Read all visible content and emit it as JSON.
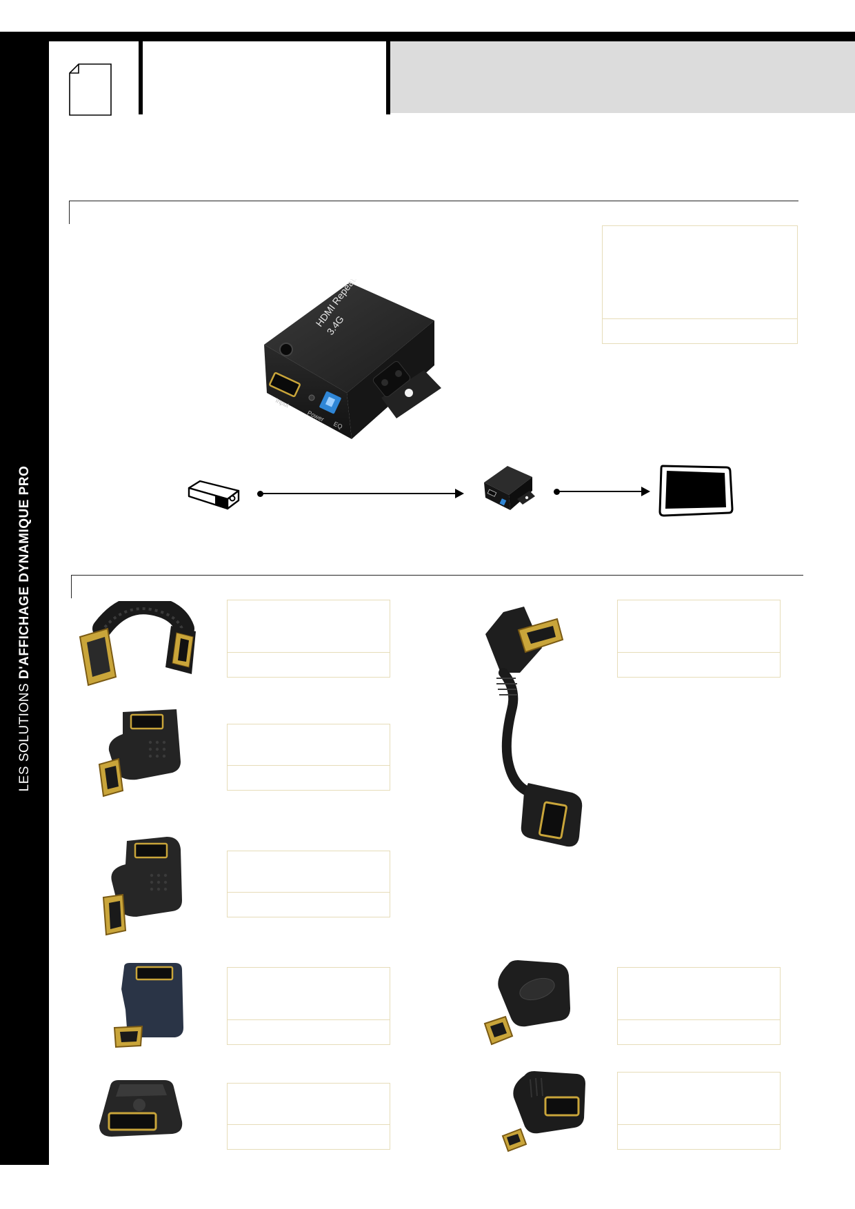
{
  "sidebar": {
    "text_light": "LES SOLUTIONS ",
    "text_bold": "D'AFFICHAGE DYNAMIQUE PRO"
  },
  "repeater": {
    "label_line1": "HDMI Repeater",
    "label_line2": "3.4G",
    "port_input": "Input",
    "port_power": "Power",
    "port_eq": "EQ"
  },
  "colors": {
    "band": "#000000",
    "header_grey": "#dcdcdc",
    "frame": "#e6dcb8",
    "gold": "#c9a53a",
    "eq_blue": "#2f86d6"
  },
  "icons": [
    "document-icon",
    "projector-icon",
    "repeater-icon",
    "display-icon",
    "arrow-right-icon"
  ]
}
